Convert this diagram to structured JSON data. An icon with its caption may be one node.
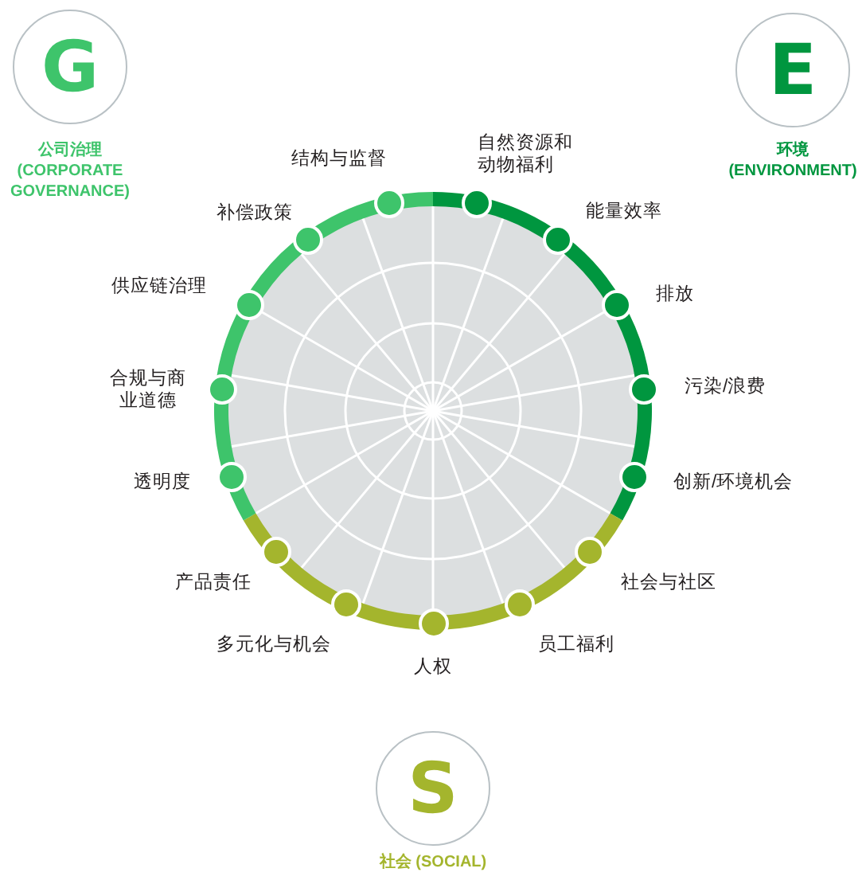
{
  "diagram": {
    "nodes": [
      {
        "text": [
          "G",
          "公司治理 (CORPORATE GOVERNANCE)"
        ]
      },
      {
        "text": [
          "E",
          "环境 (ENVIRONMENT)"
        ]
      },
      {
        "text": [],
        "shape": "circle",
        "beside": [
          "自然资源和动物福利"
        ]
      },
      {
        "text": [],
        "shape": "circle",
        "beside": [
          "能量效率"
        ]
      },
      {
        "text": [],
        "shape": "circle",
        "beside": [
          "排放"
        ]
      },
      {
        "text": [],
        "shape": "circle",
        "beside": [
          "污染/浪费"
        ]
      },
      {
        "text": [],
        "shape": "circle",
        "beside": [
          "创新/环境机会"
        ]
      },
      {
        "text": [],
        "shape": "circle",
        "beside": [
          "社会与社区"
        ]
      },
      {
        "text": [],
        "shape": "circle",
        "beside": [
          "员工福利"
        ]
      },
      {
        "text": [],
        "shape": "circle",
        "beside": [
          "人权"
        ]
      },
      {
        "text": [],
        "shape": "circle",
        "beside": [
          "多元化与机会"
        ]
      },
      {
        "text": [],
        "shape": "circle",
        "beside": [
          "产品责任"
        ]
      },
      {
        "text": [],
        "shape": "circle",
        "beside": [
          "透明度"
        ]
      },
      {
        "text": [],
        "shape": "circle",
        "beside": [
          "合规与商业道德"
        ]
      },
      {
        "text": [],
        "shape": "circle",
        "beside": [
          "供应链治理"
        ]
      },
      {
        "text": [],
        "shape": "circle",
        "beside": [
          "补偿政策"
        ]
      },
      {
        "text": [],
        "shape": "circle",
        "beside": [
          "结构与监督"
        ]
      },
      {
        "text": [
          "S",
          "社会 (SOCIAL)"
        ]
      }
    ]
  }
}
